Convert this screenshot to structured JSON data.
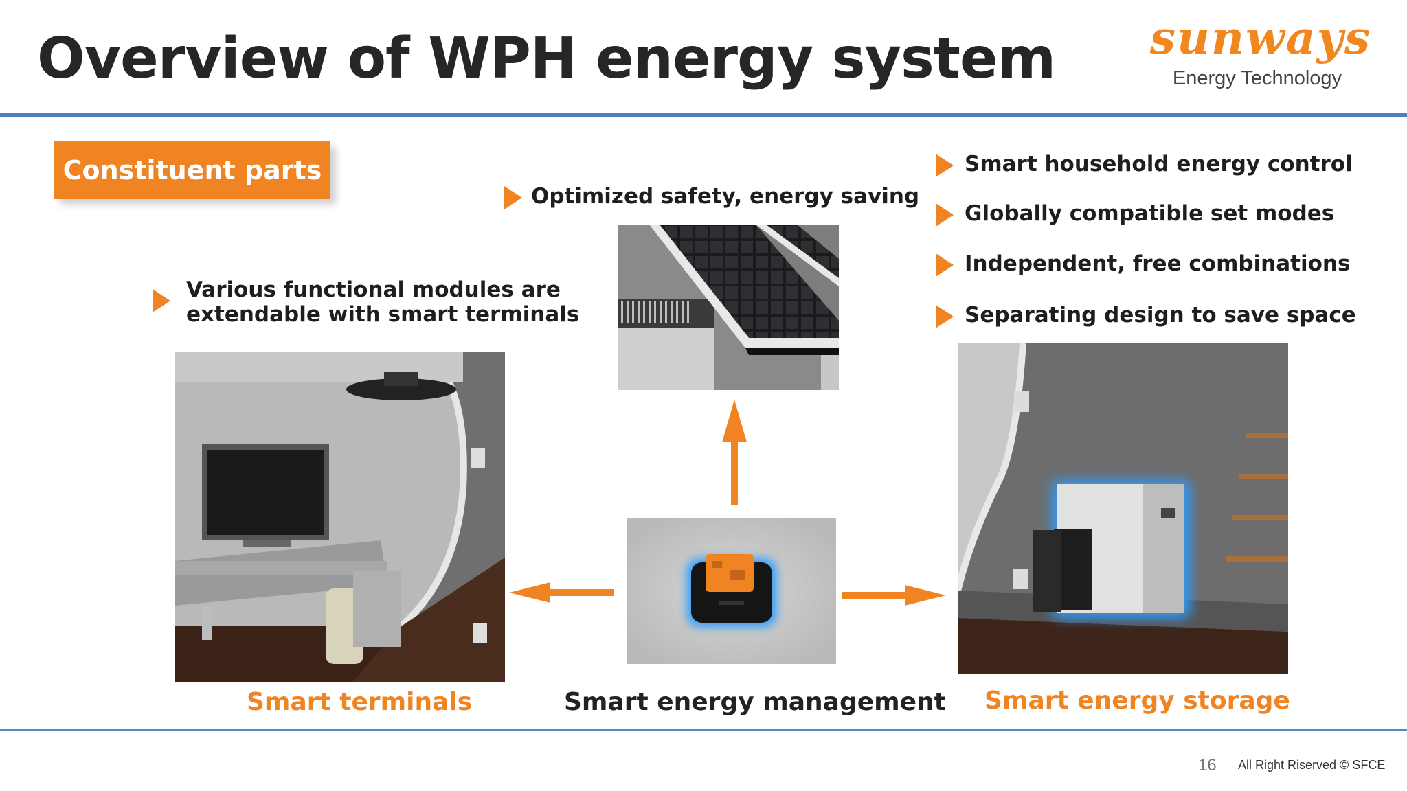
{
  "slide": {
    "title": "Overview of WPH energy system",
    "page_number": "16",
    "copyright": "All Right Riserved © SFCE"
  },
  "logo": {
    "brand": "sunways",
    "tagline": "Energy Technology"
  },
  "badge": {
    "label": "Constituent parts"
  },
  "bullets": {
    "center": "Optimized safety, energy saving",
    "left_line1": "Various functional modules are",
    "left_line2": "extendable with smart terminals",
    "right": [
      "Smart household energy control",
      "Globally compatible set modes",
      "Independent, free combinations",
      "Separating design to save space"
    ]
  },
  "captions": {
    "terminals": "Smart terminals",
    "management": "Smart energy management",
    "storage": "Smart energy storage"
  },
  "colors": {
    "accent": "#f08423",
    "rule": "#4b7fc2",
    "text": "#262626"
  },
  "icons": [
    "bullet-triangle-icon",
    "arrow-up-icon",
    "arrow-left-icon",
    "arrow-right-icon"
  ]
}
